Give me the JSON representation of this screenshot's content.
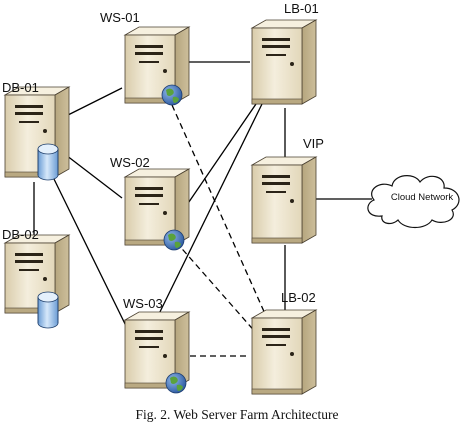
{
  "nodes": {
    "ws01": {
      "label": "WS-01",
      "type": "web-server"
    },
    "ws02": {
      "label": "WS-02",
      "type": "web-server"
    },
    "ws03": {
      "label": "WS-03",
      "type": "web-server"
    },
    "lb01": {
      "label": "LB-01",
      "type": "load-balancer"
    },
    "lb02": {
      "label": "LB-02",
      "type": "load-balancer"
    },
    "vip": {
      "label": "VIP",
      "type": "virtual-ip"
    },
    "db01": {
      "label": "DB-01",
      "type": "database-server"
    },
    "db02": {
      "label": "DB-02",
      "type": "database-server"
    },
    "cloud": {
      "label": "Cloud Network",
      "type": "cloud"
    }
  },
  "links": [
    {
      "from": "db01",
      "to": "ws01",
      "style": "solid"
    },
    {
      "from": "db01",
      "to": "ws02",
      "style": "solid"
    },
    {
      "from": "db01",
      "to": "ws03",
      "style": "solid"
    },
    {
      "from": "db01",
      "to": "db02",
      "style": "solid"
    },
    {
      "from": "ws01",
      "to": "lb01",
      "style": "solid"
    },
    {
      "from": "ws02",
      "to": "lb01",
      "style": "solid"
    },
    {
      "from": "ws03",
      "to": "lb01",
      "style": "solid"
    },
    {
      "from": "lb01",
      "to": "vip",
      "style": "solid"
    },
    {
      "from": "vip",
      "to": "lb02",
      "style": "solid"
    },
    {
      "from": "vip",
      "to": "cloud",
      "style": "solid"
    },
    {
      "from": "ws01",
      "to": "lb02",
      "style": "dashed"
    },
    {
      "from": "ws02",
      "to": "lb02",
      "style": "dashed"
    },
    {
      "from": "ws03",
      "to": "lb02",
      "style": "dashed"
    }
  ],
  "caption": "Fig. 2. Web Server Farm Architecture",
  "colors": {
    "server_front": "#ece3ca",
    "server_side": "#c6b894",
    "server_top": "#f6f0df",
    "line": "#000000",
    "globe_ocean": "#3d6fb8",
    "globe_land": "#5aa23c",
    "db_cylinder": "#9fc4ea"
  }
}
